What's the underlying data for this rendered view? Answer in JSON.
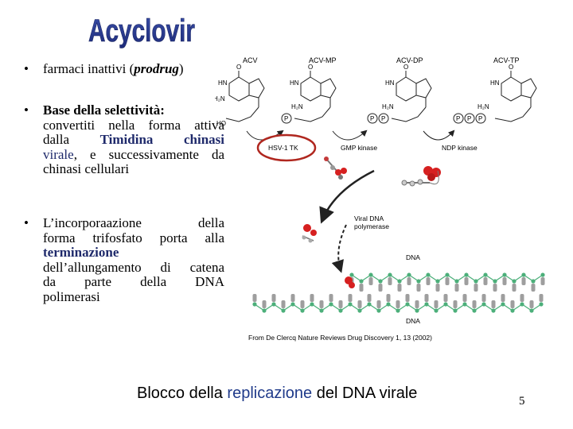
{
  "title": "Acyclovir",
  "bullets": {
    "b1": {
      "text": "farmaci inattivi (",
      "italic": "prodrug",
      "end": ")"
    },
    "b2": {
      "l1": "Base della selettività:",
      "l2": "convertiti nella forma attiva",
      "l3a": "dalla",
      "l3b": "Timidina",
      "l3c": "chinasi",
      "l4a": "virale",
      "l4b": ", e successivamente da",
      "l5": "chinasi cellulari"
    },
    "b3": {
      "l1a": "L’incorporaazione",
      "l1b": "della",
      "l2": "forma trifosfato porta alla",
      "l3": "terminazione",
      "l4": "dell’allungamento di catena",
      "l5a": "da",
      "l5b": "parte",
      "l5c": "della",
      "l5d": "DNA",
      "l6": "polimerasi"
    }
  },
  "diagram": {
    "molecules": [
      "ACV",
      "ACV-MP",
      "ACV-DP",
      "ACV-TP"
    ],
    "atoms": {
      "o": "O",
      "nh": "HN",
      "h2n": "H₂N",
      "n": "N",
      "ho": "HO",
      "p": "P"
    },
    "enzymes": [
      "HSV-1 TK",
      "GMP kinase",
      "NDP kinase"
    ],
    "polymerase": [
      "Viral DNA",
      "polymerase"
    ],
    "dna": "DNA",
    "colors": {
      "highlight_circle": "#b0271f",
      "nucleotide": "#d62020",
      "backbone": "#4caf7a",
      "base": "#9e9e9e"
    }
  },
  "source": "From De Clercq Nature Reviews Drug Discovery 1, 13 (2002)",
  "footer": {
    "pre": "Blocco della ",
    "highlight": "replicazione",
    "post": " del DNA virale"
  },
  "page_number": "5"
}
